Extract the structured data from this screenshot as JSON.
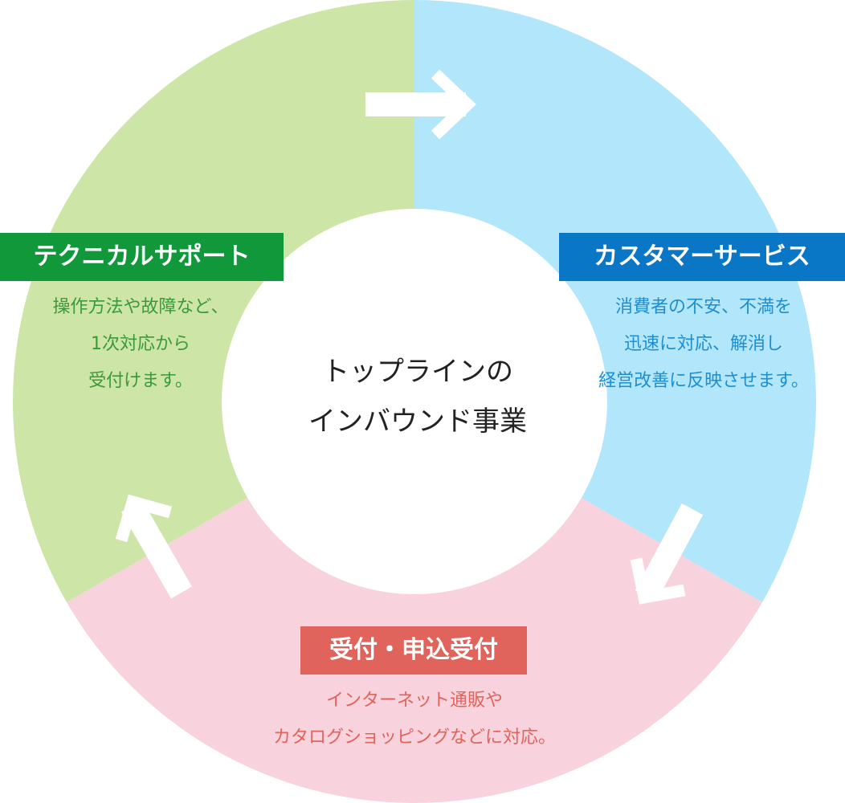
{
  "center": {
    "line1": "トップラインの",
    "line2": "インバウンド事業"
  },
  "sections": {
    "technical": {
      "title": "テクニカルサポート",
      "desc": [
        "操作方法や故障など、",
        "1次対応から",
        "受付けます。"
      ],
      "ring_color": "#cde6a8",
      "label_color": "#11983b",
      "text_color": "#3a9a3a"
    },
    "customer": {
      "title": "カスタマーサービス",
      "desc": [
        "消費者の不安、不満を",
        "迅速に対応、解消し",
        "経営改善に反映させます。"
      ],
      "ring_color": "#b2e6fa",
      "label_color": "#0a77c6",
      "text_color": "#1d8fd0"
    },
    "reception": {
      "title": "受付・申込受付",
      "desc": [
        "インターネット通販や",
        "カタログショッピングなどに対応。"
      ],
      "ring_color": "#f8d2dc",
      "label_color": "#e0645b",
      "text_color": "#e0645b"
    }
  },
  "icons": [
    "arrow-right-icon",
    "arrow-down-left-icon",
    "arrow-up-left-icon"
  ]
}
